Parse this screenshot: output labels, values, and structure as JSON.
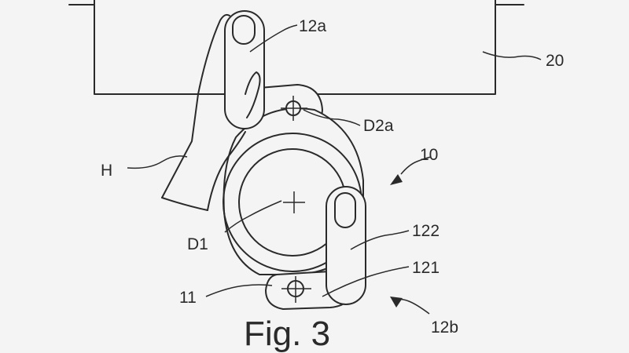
{
  "figure": {
    "caption": "Fig. 3",
    "labels": {
      "part_12a": "12a",
      "part_20": "20",
      "axis_d2a": "D2a",
      "hand_h": "H",
      "part_10": "10",
      "axis_d1": "D1",
      "part_122": "122",
      "part_121": "121",
      "part_11": "11",
      "part_12b": "12b"
    }
  }
}
